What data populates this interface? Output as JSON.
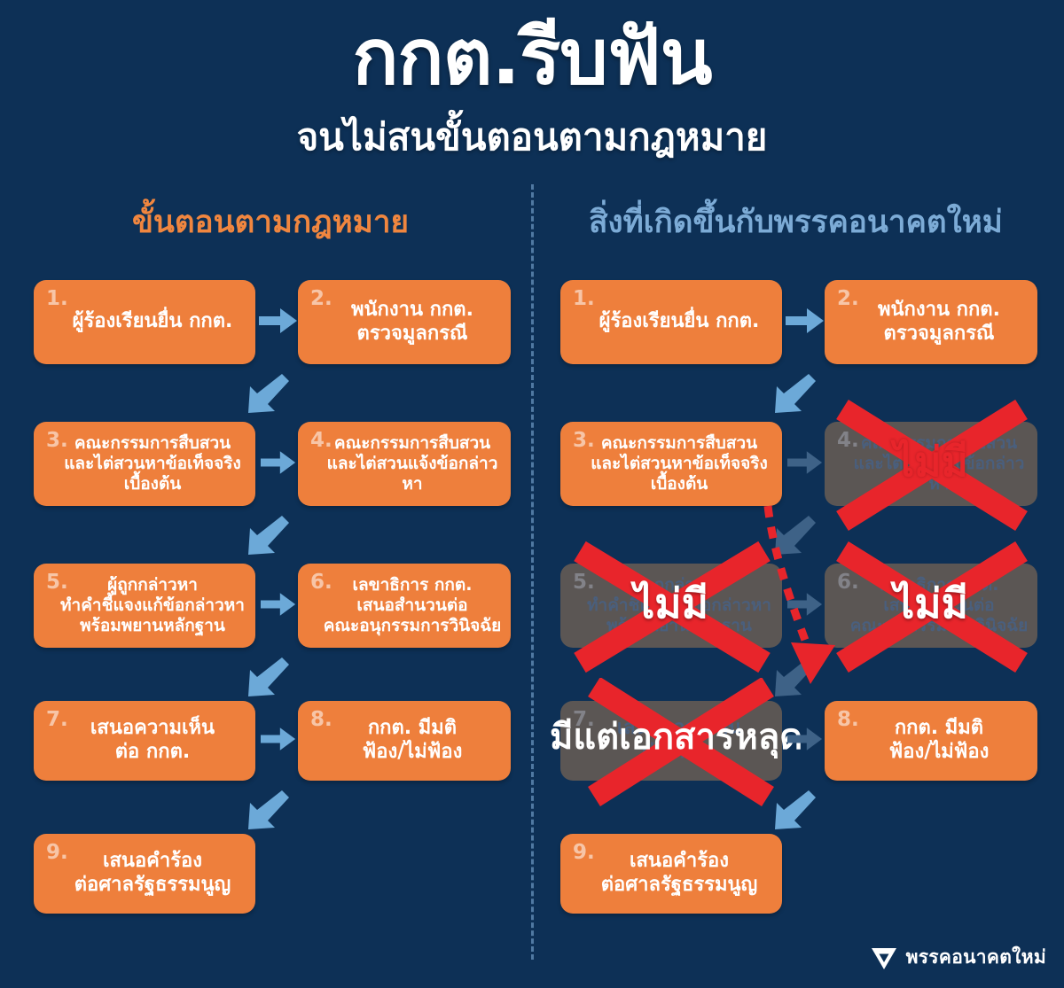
{
  "header": {
    "title": "กกต.รีบฟัน",
    "subtitle": "จนไม่สนขั้นตอนตามกฎหมาย"
  },
  "columns": {
    "left_header": "ขั้นตอนตามกฎหมาย",
    "right_header": "สิ่งที่เกิดขึ้นกับพรรคอนาคตใหม่"
  },
  "steps": {
    "s1": {
      "num": "1.",
      "text": "ผู้ร้องเรียนยื่น กกต."
    },
    "s2": {
      "num": "2.",
      "text": "พนักงาน กกต.\nตรวจมูลกรณี"
    },
    "s3": {
      "num": "3.",
      "text": "คณะกรรมการสืบสวน\nและไต่สวนหาข้อเท็จจริง\nเบื้องต้น"
    },
    "s4": {
      "num": "4.",
      "text": "คณะกรรมการสืบสวน\nและไต่สวนแจ้งข้อกล่าวหา"
    },
    "s5": {
      "num": "5.",
      "text": "ผู้ถูกกล่าวหา\nทำคำชี้แจงแก้ข้อกล่าวหา\nพร้อมพยานหลักฐาน"
    },
    "s6": {
      "num": "6.",
      "text": "เลขาธิการ กกต.\nเสนอสำนวนต่อ\nคณะอนุกรรมการวินิจฉัย"
    },
    "s7": {
      "num": "7.",
      "text": "เสนอความเห็น\nต่อ กกต."
    },
    "s8": {
      "num": "8.",
      "text": "กกต. มีมติ\nฟ้อง/ไม่ฟ้อง"
    },
    "s9": {
      "num": "9.",
      "text": "เสนอคำร้อง\nต่อศาลรัฐธรรมนูญ"
    }
  },
  "overlays": {
    "none_4": "ไม่มี",
    "none_5": "ไม่มี",
    "none_6": "ไม่มี",
    "leaked_7": "มีแต่เอกสารหลุด"
  },
  "footer": {
    "party_name": "พรรคอนาคตใหม่",
    "logo_icon": "triangle-chevron-logo-icon"
  },
  "colors": {
    "background": "#0d3056",
    "box_active": "#ee7f3c",
    "box_disabled": "#5b5654",
    "arrow_blue": "#6ca9d8",
    "arrow_blue_dim": "#3e6287",
    "x_red": "#e8252b",
    "dashed_red": "#e8252b",
    "header_left": "#f0863f",
    "header_right": "#7cabd6"
  }
}
